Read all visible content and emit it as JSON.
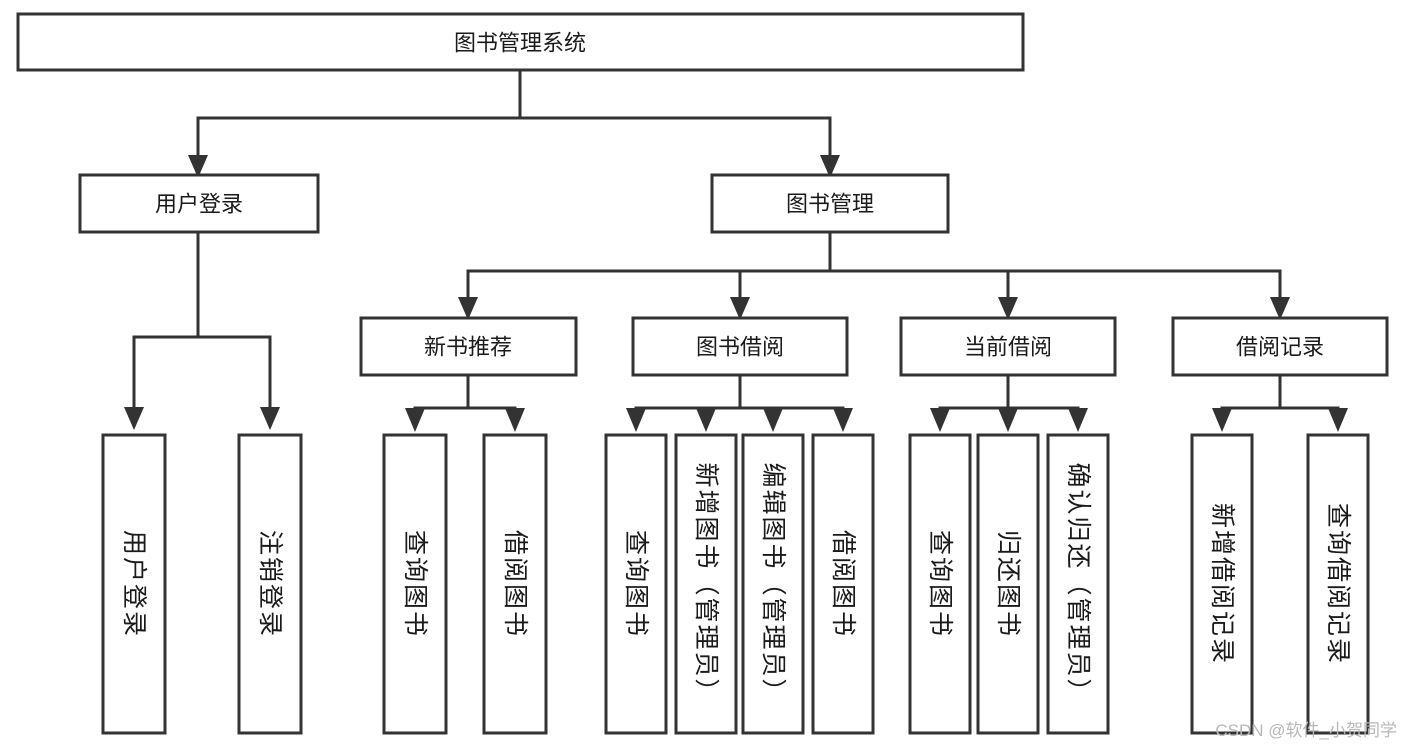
{
  "diagram": {
    "title": "图书管理系统",
    "type": "tree-hierarchy",
    "watermark": "CSDN @软件_小贺同学",
    "colors": {
      "stroke": "#333333",
      "fill": "#ffffff",
      "text": "#1a1a1a",
      "watermark": "#b8b8b8"
    },
    "root": {
      "id": "root",
      "label": "图书管理系统"
    },
    "level2": [
      {
        "id": "user-login",
        "label": "用户登录"
      },
      {
        "id": "book-manage",
        "label": "图书管理"
      }
    ],
    "level3": [
      {
        "id": "new-book-rec",
        "label": "新书推荐",
        "parent": "book-manage"
      },
      {
        "id": "book-borrow",
        "label": "图书借阅",
        "parent": "book-manage"
      },
      {
        "id": "current-borrow",
        "label": "当前借阅",
        "parent": "book-manage"
      },
      {
        "id": "borrow-record",
        "label": "借阅记录",
        "parent": "book-manage"
      }
    ],
    "leaves": [
      {
        "id": "leaf-user-login",
        "label": "用户登录",
        "parent": "user-login"
      },
      {
        "id": "leaf-logout",
        "label": "注销登录",
        "parent": "user-login"
      },
      {
        "id": "leaf-query-book-1",
        "label": "查询图书",
        "parent": "new-book-rec"
      },
      {
        "id": "leaf-borrow-book-1",
        "label": "借阅图书",
        "parent": "new-book-rec"
      },
      {
        "id": "leaf-query-book-2",
        "label": "查询图书",
        "parent": "book-borrow"
      },
      {
        "id": "leaf-add-book",
        "label": "新增图书（管理员）",
        "parent": "book-borrow"
      },
      {
        "id": "leaf-edit-book",
        "label": "编辑图书（管理员）",
        "parent": "book-borrow"
      },
      {
        "id": "leaf-borrow-book-2",
        "label": "借阅图书",
        "parent": "book-borrow"
      },
      {
        "id": "leaf-query-book-3",
        "label": "查询图书",
        "parent": "current-borrow"
      },
      {
        "id": "leaf-return-book",
        "label": "归还图书",
        "parent": "current-borrow"
      },
      {
        "id": "leaf-confirm-return",
        "label": "确认归还（管理员）",
        "parent": "current-borrow"
      },
      {
        "id": "leaf-add-record",
        "label": "新增借阅记录",
        "parent": "borrow-record"
      },
      {
        "id": "leaf-query-record",
        "label": "查询借阅记录",
        "parent": "borrow-record"
      }
    ]
  }
}
